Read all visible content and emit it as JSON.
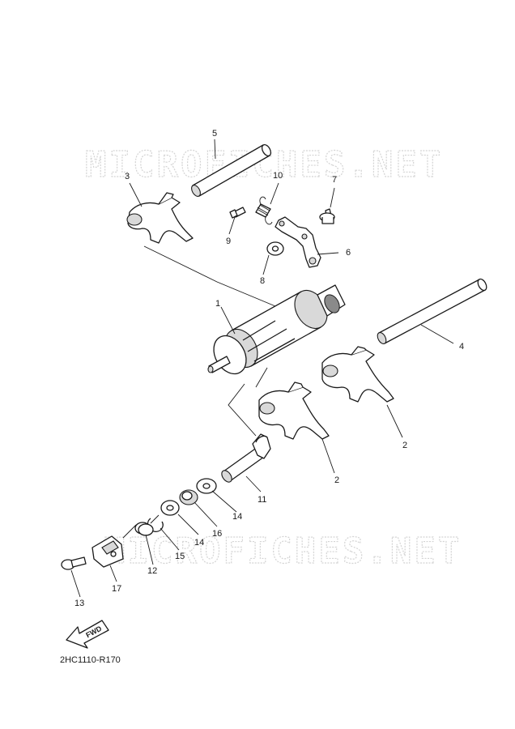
{
  "watermarks": [
    "MICROFICHES.NET",
    "MICROFICHES.NET"
  ],
  "callouts": [
    "1",
    "2",
    "2",
    "3",
    "4",
    "5",
    "6",
    "7",
    "8",
    "9",
    "10",
    "11",
    "12",
    "13",
    "14",
    "14",
    "15",
    "16",
    "17"
  ],
  "fwd_label": "FWD",
  "diagram_code": "2HC1110-R170"
}
